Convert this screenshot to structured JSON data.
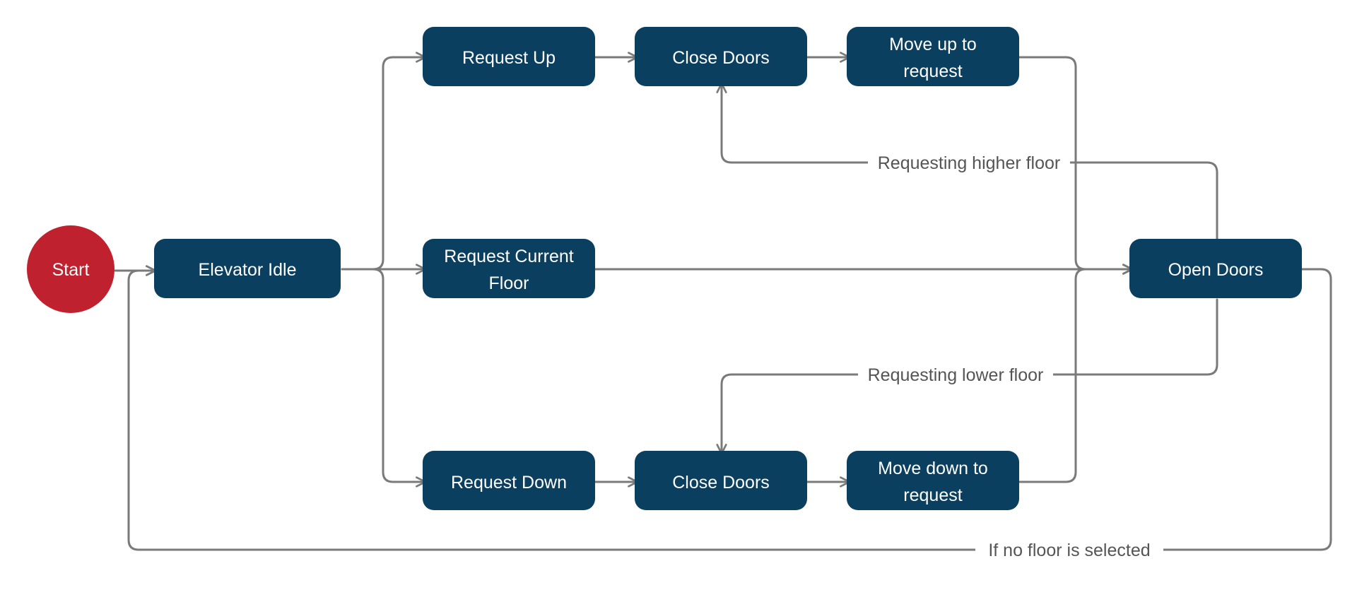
{
  "diagram": {
    "nodes": {
      "start": "Start",
      "idle": "Elevator Idle",
      "request_up": "Request Up",
      "close_doors_up": "Close Doors",
      "move_up_line1": "Move up to",
      "move_up_line2": "request",
      "request_current_line1": "Request Current",
      "request_current_line2": "Floor",
      "open_doors": "Open Doors",
      "request_down": "Request Down",
      "close_doors_down": "Close Doors",
      "move_down_line1": "Move down to",
      "move_down_line2": "request"
    },
    "edge_labels": {
      "higher": "Requesting higher floor",
      "lower": "Requesting lower floor",
      "no_floor": "If no floor is selected"
    },
    "colors": {
      "node_fill": "#0a3f5f",
      "start_fill": "#c0212e",
      "edge_stroke": "#7a7a7a",
      "label_text": "#555555"
    }
  }
}
